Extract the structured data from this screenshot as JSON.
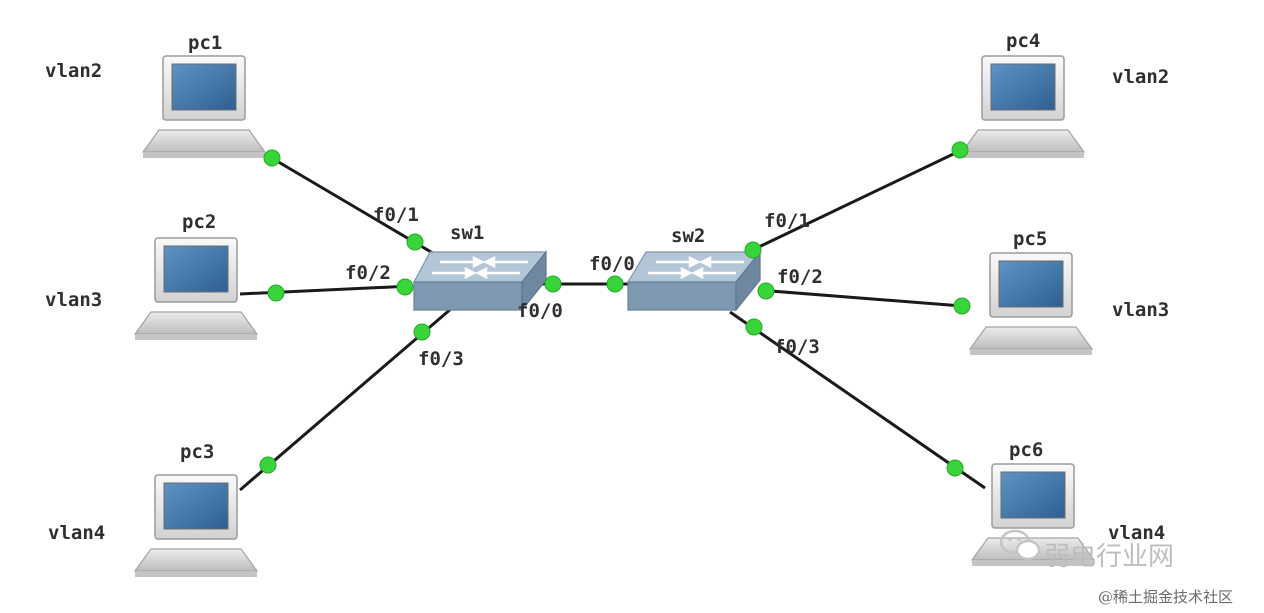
{
  "switches": [
    {
      "id": "sw1",
      "label": "sw1"
    },
    {
      "id": "sw2",
      "label": "sw2"
    }
  ],
  "pcs": [
    {
      "id": "pc1",
      "label": "pc1",
      "vlan": "vlan2"
    },
    {
      "id": "pc2",
      "label": "pc2",
      "vlan": "vlan3"
    },
    {
      "id": "pc3",
      "label": "pc3",
      "vlan": "vlan4"
    },
    {
      "id": "pc4",
      "label": "pc4",
      "vlan": "vlan2"
    },
    {
      "id": "pc5",
      "label": "pc5",
      "vlan": "vlan3"
    },
    {
      "id": "pc6",
      "label": "pc6",
      "vlan": "vlan4"
    }
  ],
  "ports": {
    "sw1_f01": "f0/1",
    "sw1_f02": "f0/2",
    "sw1_f03": "f0/3",
    "sw1_f00": "f0/0",
    "sw2_f00": "f0/0",
    "sw2_f01": "f0/1",
    "sw2_f02": "f0/2",
    "sw2_f03": "f0/3"
  },
  "links": [
    {
      "from": "pc1",
      "to": "sw1",
      "port": "f0/1"
    },
    {
      "from": "pc2",
      "to": "sw1",
      "port": "f0/2"
    },
    {
      "from": "pc3",
      "to": "sw1",
      "port": "f0/3"
    },
    {
      "from": "sw1",
      "to": "sw2",
      "port": "f0/0"
    },
    {
      "from": "pc4",
      "to": "sw2",
      "port": "f0/1"
    },
    {
      "from": "pc5",
      "to": "sw2",
      "port": "f0/2"
    },
    {
      "from": "pc6",
      "to": "sw2",
      "port": "f0/3"
    }
  ],
  "watermark": {
    "brand": "弱电行业网",
    "site": "@稀土掘金技术社区"
  },
  "colors": {
    "link": "#1a1a1a",
    "port_dot": "#39d43a",
    "switch_top": "#a9bdd0",
    "switch_front": "#7d97b1",
    "screen": "#3f74a8"
  }
}
